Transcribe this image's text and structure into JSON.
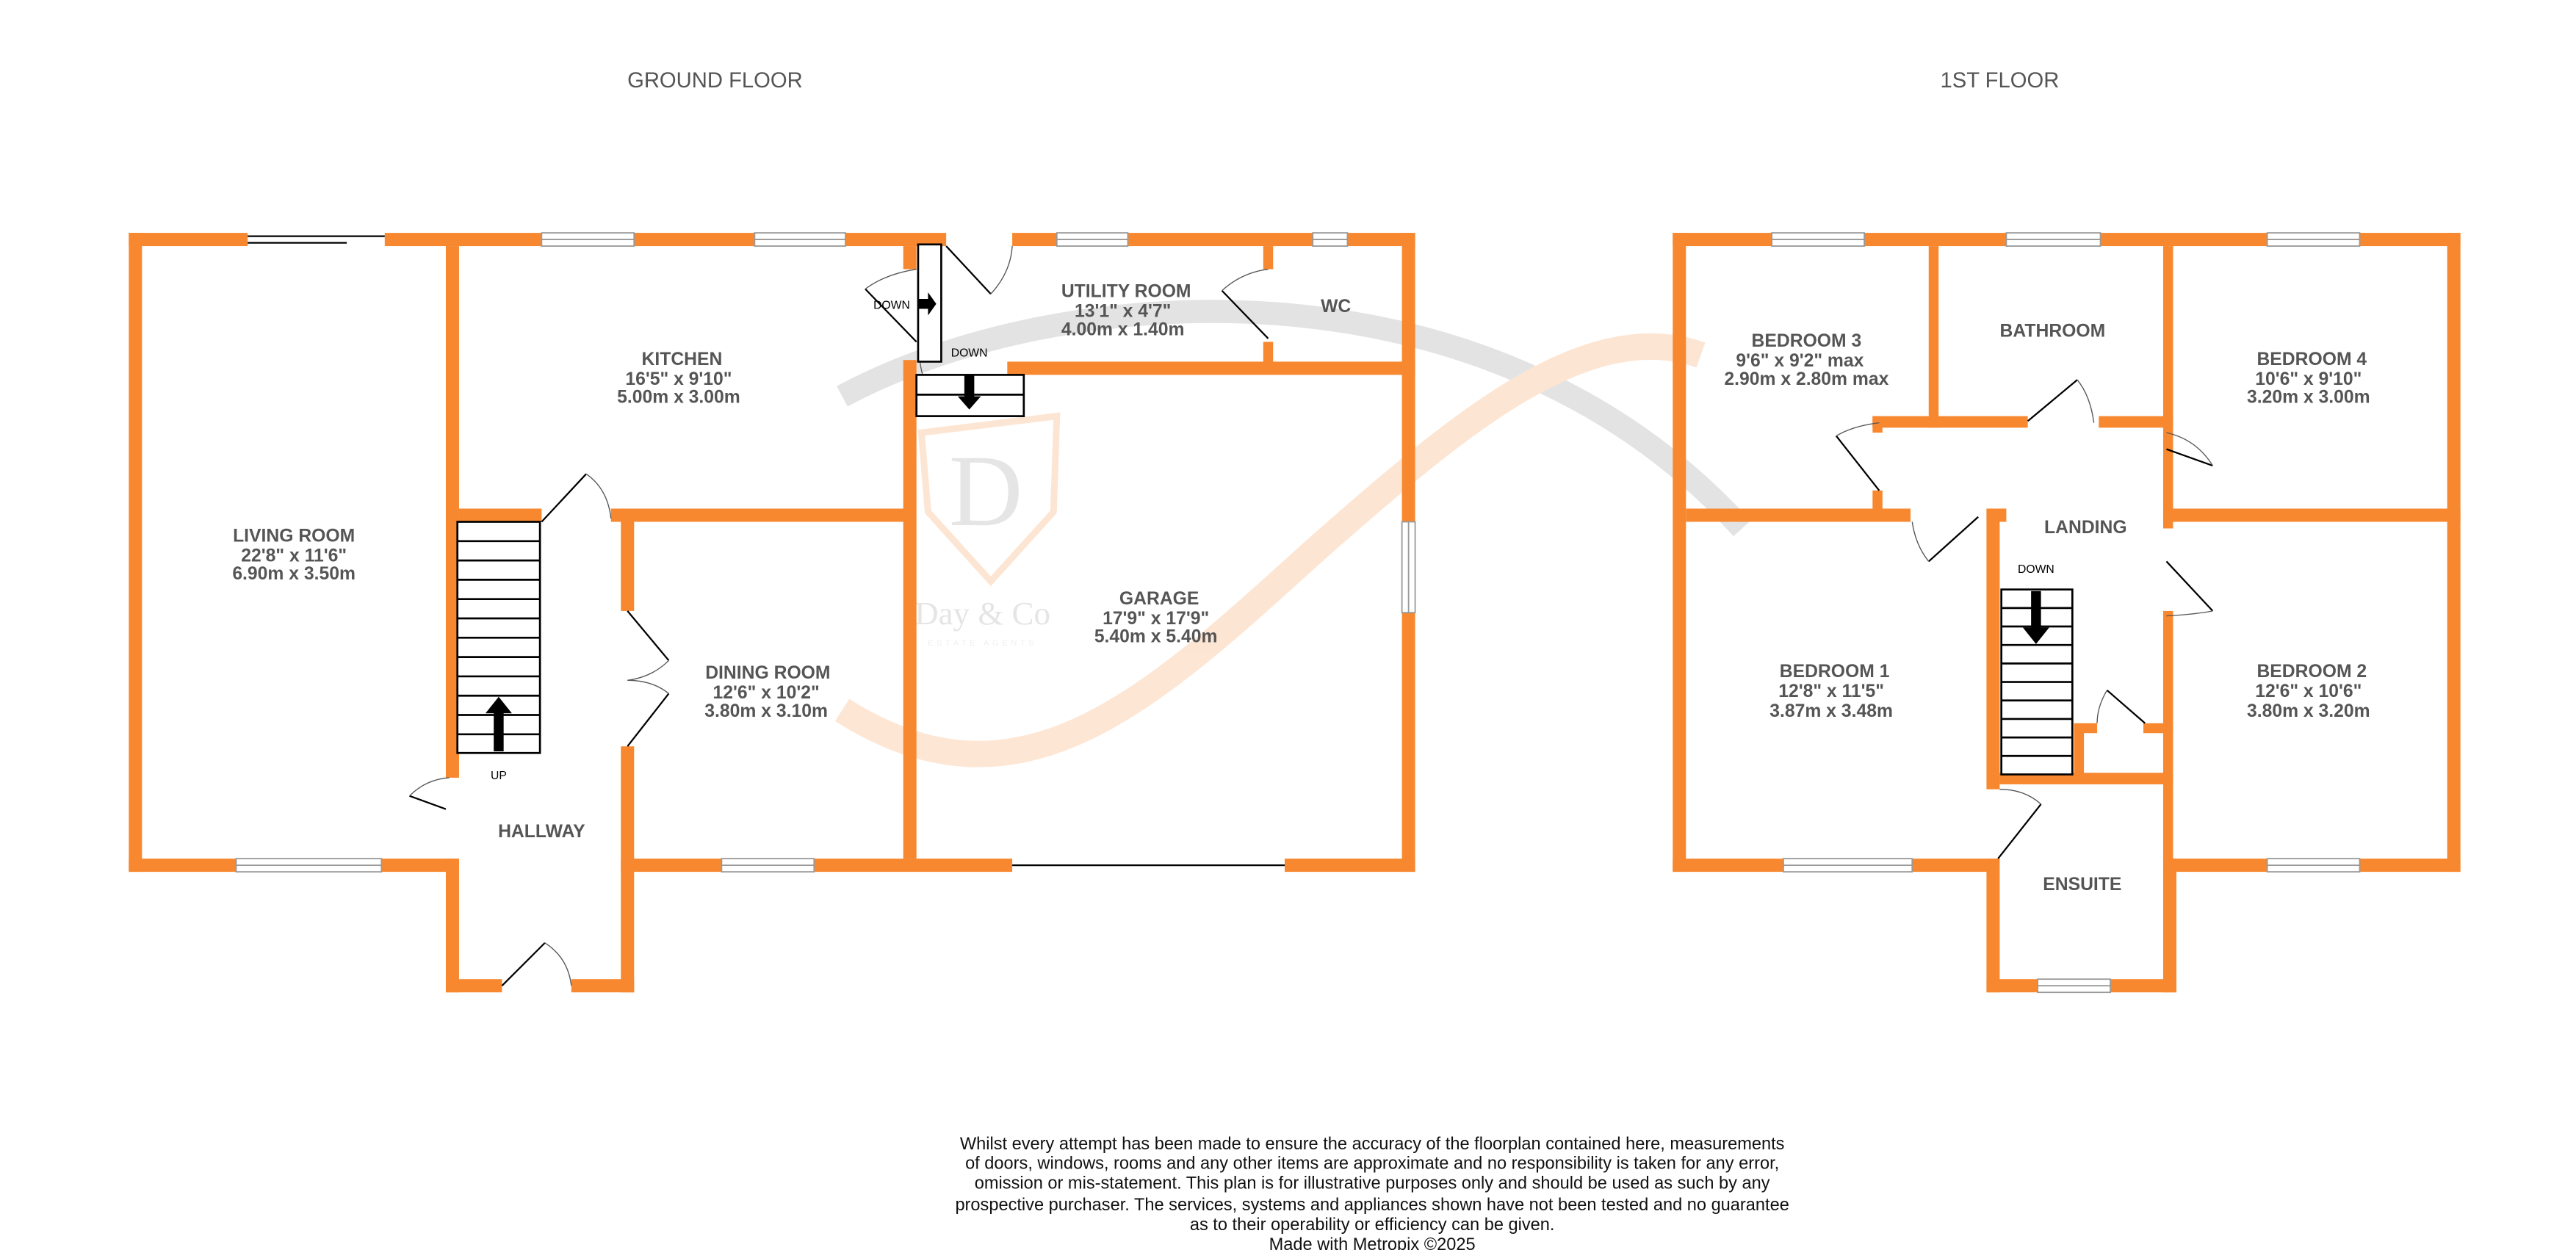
{
  "floors": {
    "ground": {
      "title": "GROUND FLOOR",
      "rooms": {
        "living": {
          "name": "LIVING ROOM",
          "imperial": "22'8\"  x 11'6\"",
          "metric": "6.90m  x 3.50m"
        },
        "kitchen": {
          "name": "KITCHEN",
          "imperial": "16'5\"  x 9'10\"",
          "metric": "5.00m  x 3.00m"
        },
        "dining": {
          "name": "DINING ROOM",
          "imperial": "12'6\"  x 10'2\"",
          "metric": "3.80m  x 3.10m"
        },
        "hallway": {
          "name": "HALLWAY"
        },
        "utility": {
          "name": "UTILITY ROOM",
          "imperial": "13'1\"  x 4'7\"",
          "metric": "4.00m  x 1.40m"
        },
        "wc": {
          "name": "WC"
        },
        "garage": {
          "name": "GARAGE",
          "imperial": "17'9\"  x 17'9\"",
          "metric": "5.40m  x 5.40m"
        }
      },
      "labels": {
        "up": "UP",
        "down1": "DOWN",
        "down2": "DOWN"
      }
    },
    "first": {
      "title": "1ST FLOOR",
      "rooms": {
        "bedroom3": {
          "name": "BEDROOM 3",
          "imperial": "9'6\"  x 9'2\" max",
          "metric": "2.90m  x 2.80m max"
        },
        "bathroom": {
          "name": "BATHROOM"
        },
        "bedroom4": {
          "name": "BEDROOM 4",
          "imperial": "10'6\"  x 9'10\"",
          "metric": "3.20m  x 3.00m"
        },
        "landing": {
          "name": "LANDING"
        },
        "bedroom1": {
          "name": "BEDROOM 1",
          "imperial": "12'8\"  x 11'5\"",
          "metric": "3.87m  x 3.48m"
        },
        "bedroom2": {
          "name": "BEDROOM 2",
          "imperial": "12'6\"  x 10'6\"",
          "metric": "3.80m  x 3.20m"
        },
        "ensuite": {
          "name": "ENSUITE"
        }
      },
      "labels": {
        "down": "DOWN"
      }
    }
  },
  "watermark": {
    "brand": "Day & Co",
    "tagline": "ESTATE AGENTS",
    "initial": "D"
  },
  "disclaimer": {
    "lines": [
      "Whilst every attempt has been made to ensure the accuracy of the floorplan contained here, measurements",
      "of doors, windows, rooms and any other items are approximate and no responsibility is taken for any error,",
      "omission or mis-statement. This plan is for illustrative purposes only and should be used as such by any",
      "prospective purchaser. The services, systems and appliances shown have not been tested and no guarantee",
      "as to their operability or efficiency can be given."
    ],
    "credit": "Made with Metropix ©2025"
  },
  "colors": {
    "wall": "#F7882F",
    "text": "#555555",
    "watermark_gray": "#D9D9D9",
    "watermark_orange": "#FDE3CF"
  }
}
